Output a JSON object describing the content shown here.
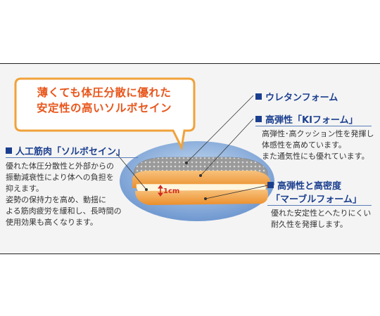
{
  "bubble": {
    "line1": "薄くても体圧分散に優れた",
    "line2": "安定性の高いソルボセイン"
  },
  "left": {
    "heading": "人工筋肉「ソルボセイン」",
    "lines": [
      "優れた体圧分散性と外部からの",
      "振動減衰性により体への負担を",
      "抑えます。",
      "姿勢の保持力を高め、動揺に",
      "よる筋肉疲労を緩和し、長時間の",
      "使用効果も高くなります。"
    ]
  },
  "right1": {
    "heading": "ウレタンフォーム"
  },
  "right2": {
    "heading": "高弾性「KIフォーム」",
    "lines": [
      "高弾性･高クッション性を発揮し",
      "体感性を高めています。",
      "また通気性にも優れています。"
    ]
  },
  "right3": {
    "heading1": "高弾性と高密度",
    "heading2": "「マーブルフォーム」",
    "lines": [
      "優れた安定性とへたりにくい",
      "耐久性を発揮します。"
    ]
  },
  "dimension": "1cm",
  "colors": {
    "accent": "#e8561c",
    "heading": "#1b3f8f",
    "ellipse": "#8db4e2",
    "orange_layer": "#f3a64c",
    "cream_layer": "#fff3d6"
  }
}
